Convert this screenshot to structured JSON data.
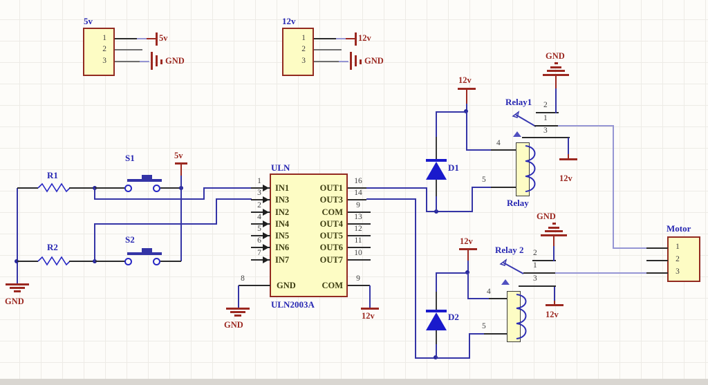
{
  "colors": {
    "wire_blue": "#3434a6",
    "light_blue": "#9595d4",
    "power_red": "#9b2820",
    "component_fill": "#fdfcc4",
    "component_border": "#922a20",
    "designator_blue": "#2626b2",
    "pin_name_color": "#3c3c10",
    "grid": "#edebe6"
  },
  "nets": {
    "v5": "5v",
    "v12": "12v",
    "gnd": "GND"
  },
  "header5": {
    "designator": "5v",
    "pin1": "1",
    "pin2": "2",
    "pin3": "3"
  },
  "header12": {
    "designator": "12v",
    "pin1": "1",
    "pin2": "2",
    "pin3": "3"
  },
  "motor": {
    "designator": "Motor",
    "pin1": "1",
    "pin2": "2",
    "pin3": "3"
  },
  "resistors": {
    "r1": "R1",
    "r2": "R2"
  },
  "switches": {
    "s1": "S1",
    "s2": "S2"
  },
  "diodes": {
    "d1": "D1",
    "d2": "D2"
  },
  "uln": {
    "designator": "ULN",
    "part_number": "ULN2003A",
    "left_pins": [
      {
        "num": "1",
        "name": "IN1"
      },
      {
        "num": "3",
        "name": "IN3"
      },
      {
        "num": "2",
        "name": "IN2"
      },
      {
        "num": "4",
        "name": "IN4"
      },
      {
        "num": "5",
        "name": "IN5"
      },
      {
        "num": "6",
        "name": "IN6"
      },
      {
        "num": "7",
        "name": "IN7"
      }
    ],
    "right_pins": [
      {
        "num": "16",
        "name": "OUT1"
      },
      {
        "num": "14",
        "name": "OUT3"
      },
      {
        "num": "9",
        "name": "COM"
      },
      {
        "num": "13",
        "name": "OUT4"
      },
      {
        "num": "12",
        "name": "OUT5"
      },
      {
        "num": "11",
        "name": "OUT6"
      },
      {
        "num": "10",
        "name": "OUT7"
      }
    ],
    "gnd_pin": {
      "num": "8",
      "name": "GND"
    },
    "com_pin": {
      "num": "9",
      "name": "COM"
    }
  },
  "relay1": {
    "designator": "Relay1",
    "coil_label": "Relay",
    "pin2": "2",
    "pin1": "1",
    "pin3": "3",
    "pin4": "4",
    "pin5": "5"
  },
  "relay2": {
    "designator": "Relay 2",
    "pin2": "2",
    "pin1": "1",
    "pin3": "3",
    "pin4": "4",
    "pin5": "5"
  }
}
